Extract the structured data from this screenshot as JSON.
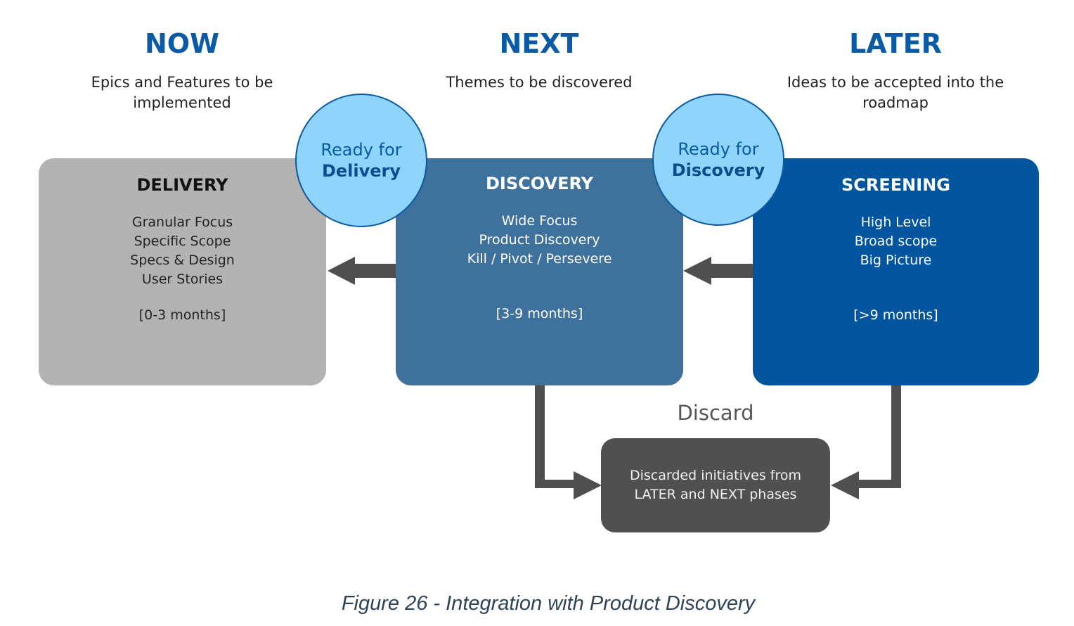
{
  "phases": [
    {
      "title": "NOW",
      "subtitle": [
        "Epics and Features to be",
        "implemented"
      ]
    },
    {
      "title": "NEXT",
      "subtitle": [
        "Themes to be discovered"
      ]
    },
    {
      "title": "LATER",
      "subtitle": [
        "Ideas to be accepted into the",
        "roadmap"
      ]
    }
  ],
  "boxes": {
    "delivery": {
      "title": "DELIVERY",
      "lines": [
        "Granular Focus",
        "Specific Scope",
        "Specs & Design",
        "User Stories"
      ],
      "timeframe": "[0-3 months]",
      "color": "#b3b3b3"
    },
    "discovery": {
      "title": "DISCOVERY",
      "lines": [
        "Wide Focus",
        "Product Discovery",
        "Kill / Pivot / Persevere"
      ],
      "timeframe": "[3-9 months]",
      "color": "#3e719b"
    },
    "screening": {
      "title": "SCREENING",
      "lines": [
        "High Level",
        "Broad scope",
        "Big Picture"
      ],
      "timeframe": "[>9 months]",
      "color": "#00559e"
    }
  },
  "gates": {
    "ready_delivery": {
      "line1": "Ready for",
      "line2": "Delivery"
    },
    "ready_discovery": {
      "line1": "Ready for",
      "line2": "Discovery"
    }
  },
  "discard": {
    "label": "Discard",
    "box_lines": [
      "Discarded initiatives from",
      "LATER and NEXT phases"
    ],
    "color": "#505050"
  },
  "caption": "Figure 26 - Integration with Product Discovery"
}
